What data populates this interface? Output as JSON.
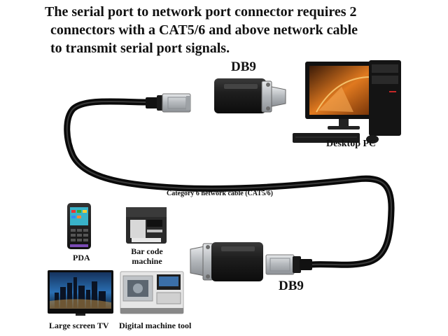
{
  "headline": {
    "line1": "The serial port to network port connector requires 2",
    "line2": "connectors with a CAT5/6 and above network cable",
    "line3": "to transmit serial port signals."
  },
  "labels": {
    "db9_top": "DB9",
    "db9_bottom": "DB9",
    "desktop_pc": "Desktop PC",
    "cable": "Category 6 network cable (CAT5/6)",
    "pda": "PDA",
    "barcode_line1": "Bar code",
    "barcode_line2": "machine",
    "large_tv": "Large screen TV",
    "machine_tool": "Digital machine tool"
  },
  "colors": {
    "cable": "#1a1a1a",
    "adapter": "#1c1c1c",
    "metal": "#b9bcc0",
    "text": "#111111"
  },
  "icons": {
    "desktop_pc": "desktop-pc-icon",
    "pda": "pda-icon",
    "barcode_printer": "barcode-printer-icon",
    "tv": "tv-icon",
    "machine_tool": "cnc-machine-icon",
    "rj45": "rj45-plug-icon",
    "db9": "db9-adapter-icon"
  }
}
